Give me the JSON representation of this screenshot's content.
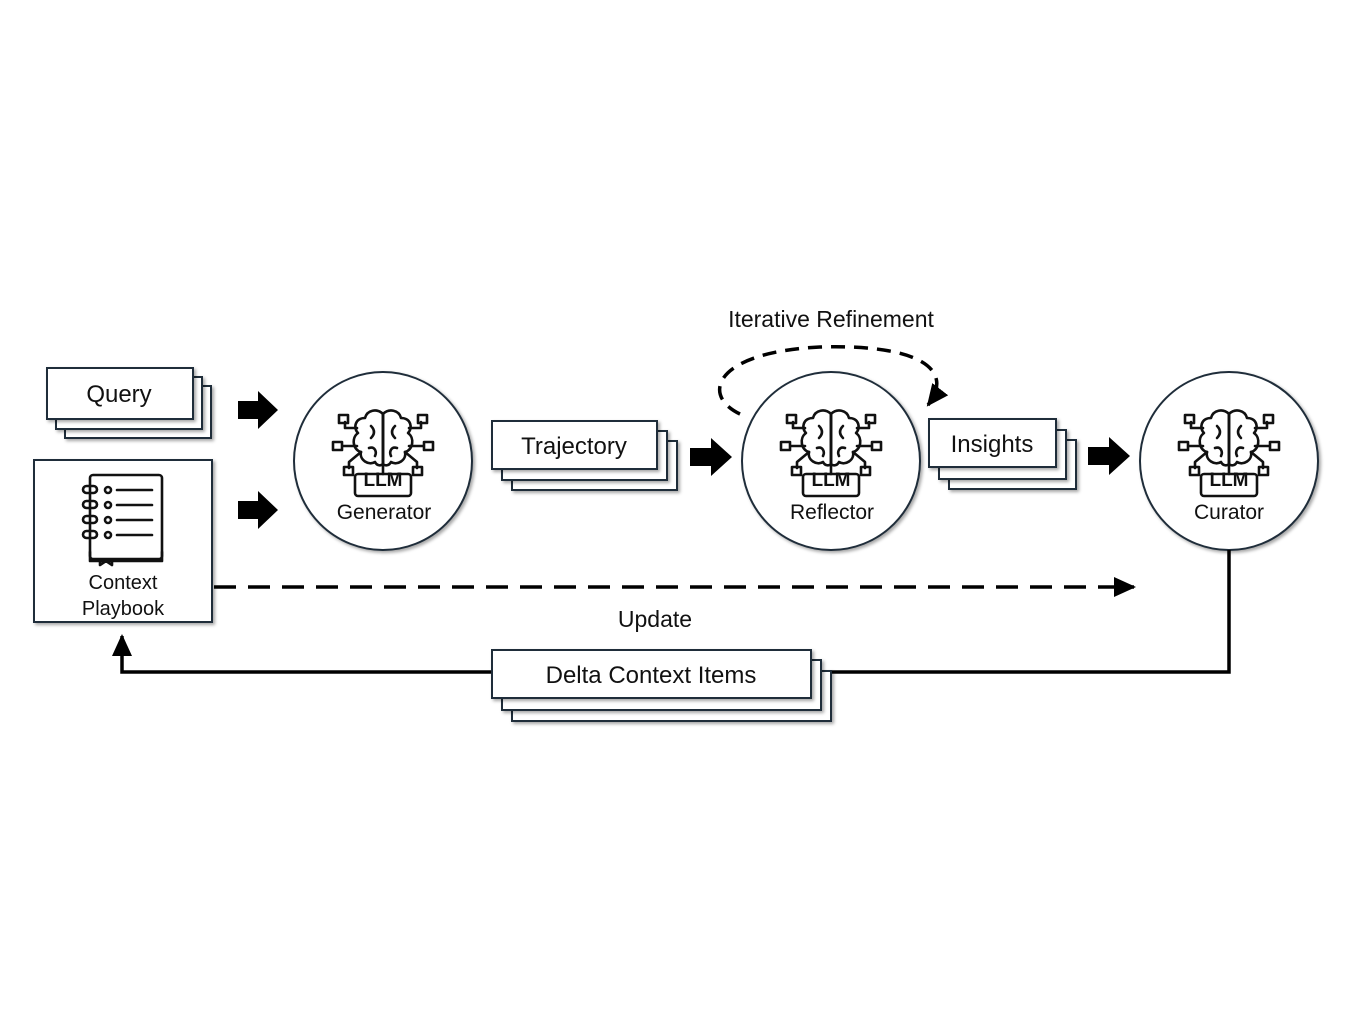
{
  "nodes": {
    "query": "Query",
    "playbook_line1": "Context",
    "playbook_line2": "Playbook",
    "generator": "Generator",
    "trajectory": "Trajectory",
    "reflector": "Reflector",
    "insights": "Insights",
    "curator": "Curator",
    "delta": "Delta Context Items"
  },
  "icon_label": "LLM",
  "edges": {
    "iterative": "Iterative Refinement",
    "update": "Update"
  },
  "colors": {
    "border": "#1f2d3a",
    "arrow": "#000000"
  }
}
